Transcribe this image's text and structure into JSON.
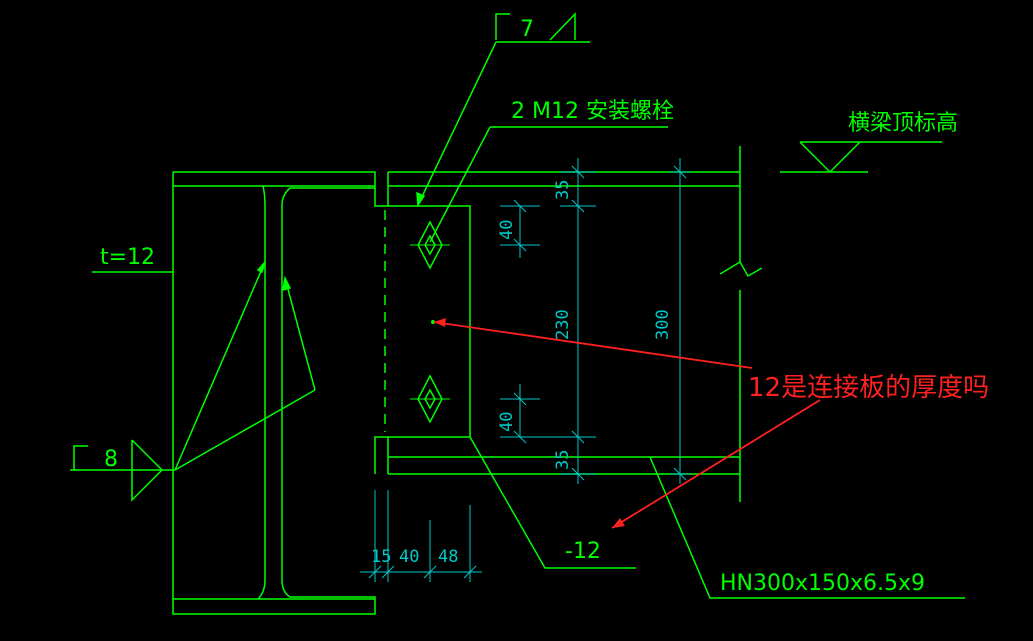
{
  "labels": {
    "weld_top": "7",
    "bolts": "2 M12 安装螺栓",
    "beam_top_elev": "横梁顶标高",
    "plate_t": "t=12",
    "weld_left": "8",
    "plate_thk": "-12",
    "beam_section": "HN300x150x6.5x9"
  },
  "dims": {
    "d35_top": "35",
    "d40_top": "40",
    "d230": "230",
    "d300": "300",
    "d40_bot": "40",
    "d35_bot": "35",
    "d15": "15",
    "d40_h1": "40",
    "d40_h2": "48"
  },
  "annotation": {
    "question": "12是连接板的厚度吗"
  },
  "colors": {
    "line": "#00ff00",
    "dim": "#00c8c8",
    "note": "#ff2020",
    "background": "#000000"
  }
}
